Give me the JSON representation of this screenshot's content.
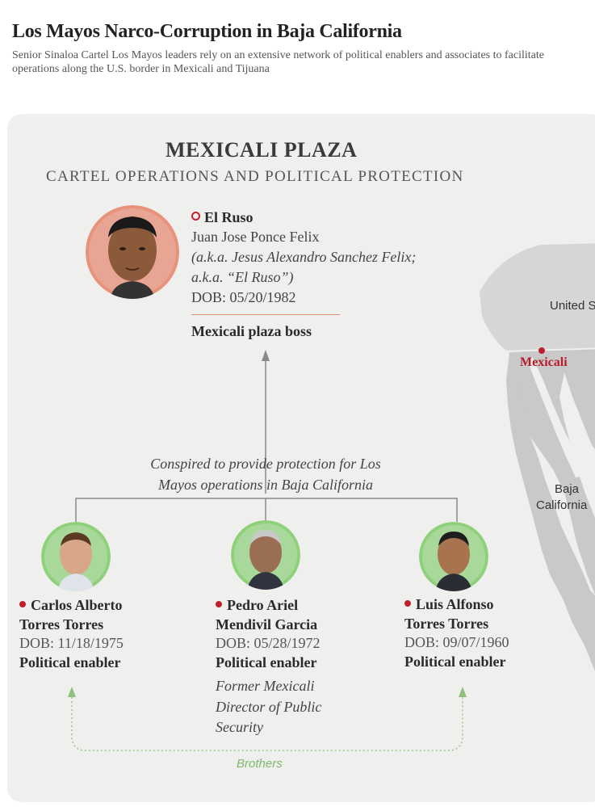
{
  "header": {
    "title": "Los Mayos Narco-Corruption in Baja California",
    "subtitle": "Senior Sinaloa Cartel Los Mayos leaders rely on an extensive network of political enablers and associates to facilitate operations along the U.S. border in Mexicali and Tijuana"
  },
  "panel": {
    "title": "MEXICALI PLAZA",
    "subtitle": "CARTEL OPERATIONS AND POLITICAL PROTECTION"
  },
  "leader": {
    "alias": "El Ruso",
    "full_name": "Juan Jose Ponce Felix",
    "aka_line1": "(a.k.a. Jesus Alexandro Sanchez Felix;",
    "aka_line2": "a.k.a. “El Ruso”)",
    "dob": "DOB: 05/20/1982",
    "role": "Mexicali plaza boss"
  },
  "relationship": {
    "line1": "Conspired to provide protection for Los",
    "line2": "Mayos operations in Baja California"
  },
  "enablers": [
    {
      "name_line1": "Carlos Alberto",
      "name_line2": "Torres Torres",
      "dob": "DOB: 11/18/1975",
      "role": "Political enabler"
    },
    {
      "name_line1": "Pedro Ariel",
      "name_line2": "Mendivil Garcia",
      "dob": "DOB: 05/28/1972",
      "role": "Political enabler",
      "note_line1": "Former Mexicali",
      "note_line2": "Director of Public",
      "note_line3": "Security"
    },
    {
      "name_line1": "Luis Alfonso",
      "name_line2": "Torres Torres",
      "dob": "DOB: 09/07/1960",
      "role": "Political enabler"
    }
  ],
  "brothers_label": "Brothers",
  "map": {
    "country_label": "United S",
    "city_label": "Mexicali",
    "region_line1": "Baja",
    "region_line2": "California"
  },
  "colors": {
    "panel_bg": "#efefed",
    "accent_red": "#c0202e",
    "leader_ring": "#e8927c",
    "enabler_ring": "#8fd07a",
    "brothers_green": "#7cb96b",
    "map_land": "#c9c9c9"
  },
  "icons": [
    "ring-dot-icon",
    "red-dot-icon",
    "arrow-up-icon",
    "map-location-dot-icon"
  ]
}
